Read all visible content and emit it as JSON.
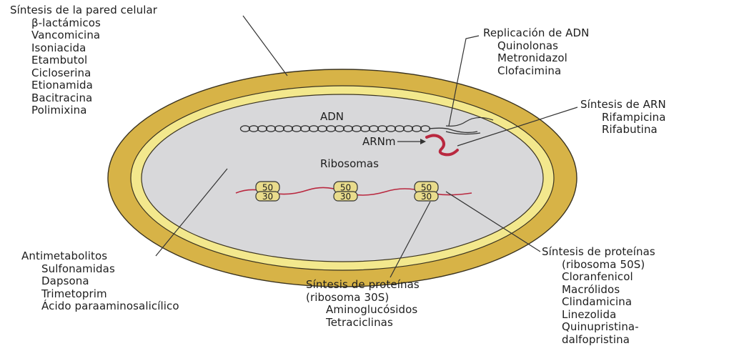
{
  "colors": {
    "outer_wall": "#d7b347",
    "inner_band": "#f3e88d",
    "cytoplasm": "#d8d8da",
    "strand": "#b9283f",
    "ribosome_fill": "#e9dc8c",
    "text": "#1e1e1e"
  },
  "cell_wall": {
    "heading": "Síntesis de la pared celular",
    "items": [
      "β-lactámicos",
      "Vancomicina",
      "Isoniacida",
      "Etambutol",
      "Cicloserina",
      "Etionamida",
      "Bacitracina",
      "Polimixina"
    ]
  },
  "dna_replication": {
    "heading": "Replicación de ADN",
    "items": [
      "Quinolonas",
      "Metronidazol",
      "Clofacimina"
    ]
  },
  "rna_synthesis": {
    "heading": "Síntesis de ARN",
    "items": [
      "Rifampicina",
      "Rifabutina"
    ]
  },
  "antimetabolites": {
    "heading": "Antimetabolitos",
    "items": [
      "Sulfonamidas",
      "Dapsona",
      "Trimetoprim",
      "Ácido paraaminosalicílico"
    ]
  },
  "protein_30s": {
    "heading": "Síntesis de proteínas",
    "subheading": "(ribosoma 30S)",
    "items": [
      "Aminoglucósidos",
      "Tetraciclinas"
    ]
  },
  "protein_50s": {
    "heading": "Síntesis de proteínas",
    "subheading": "(ribosoma 50S)",
    "items": [
      "Cloranfenicol",
      "Macrólidos",
      "Clindamicina",
      "Linezolida",
      "Quinupristina-",
      "dalfopristina"
    ]
  },
  "cell_labels": {
    "adn": "ADN",
    "arnm": "ARNm",
    "ribosomas": "Ribosomas",
    "ribosome_large": "50",
    "ribosome_small": "30"
  }
}
